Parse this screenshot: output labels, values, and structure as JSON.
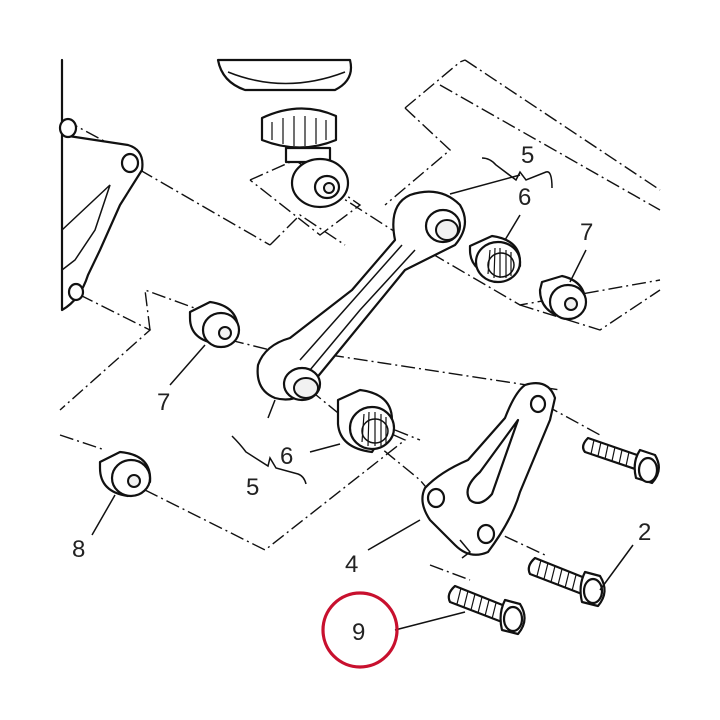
{
  "callouts": {
    "c5_top": "5",
    "c6_top": "6",
    "c7_right": "7",
    "c7_left": "7",
    "c6_bottom": "6",
    "c5_bottom": "5",
    "c8": "8",
    "c4": "4",
    "c2": "2",
    "c9": "9"
  },
  "colors": {
    "line": "#111111",
    "highlight_ring": "#c8102e",
    "text": "#222222"
  },
  "highlighted_part": "9"
}
